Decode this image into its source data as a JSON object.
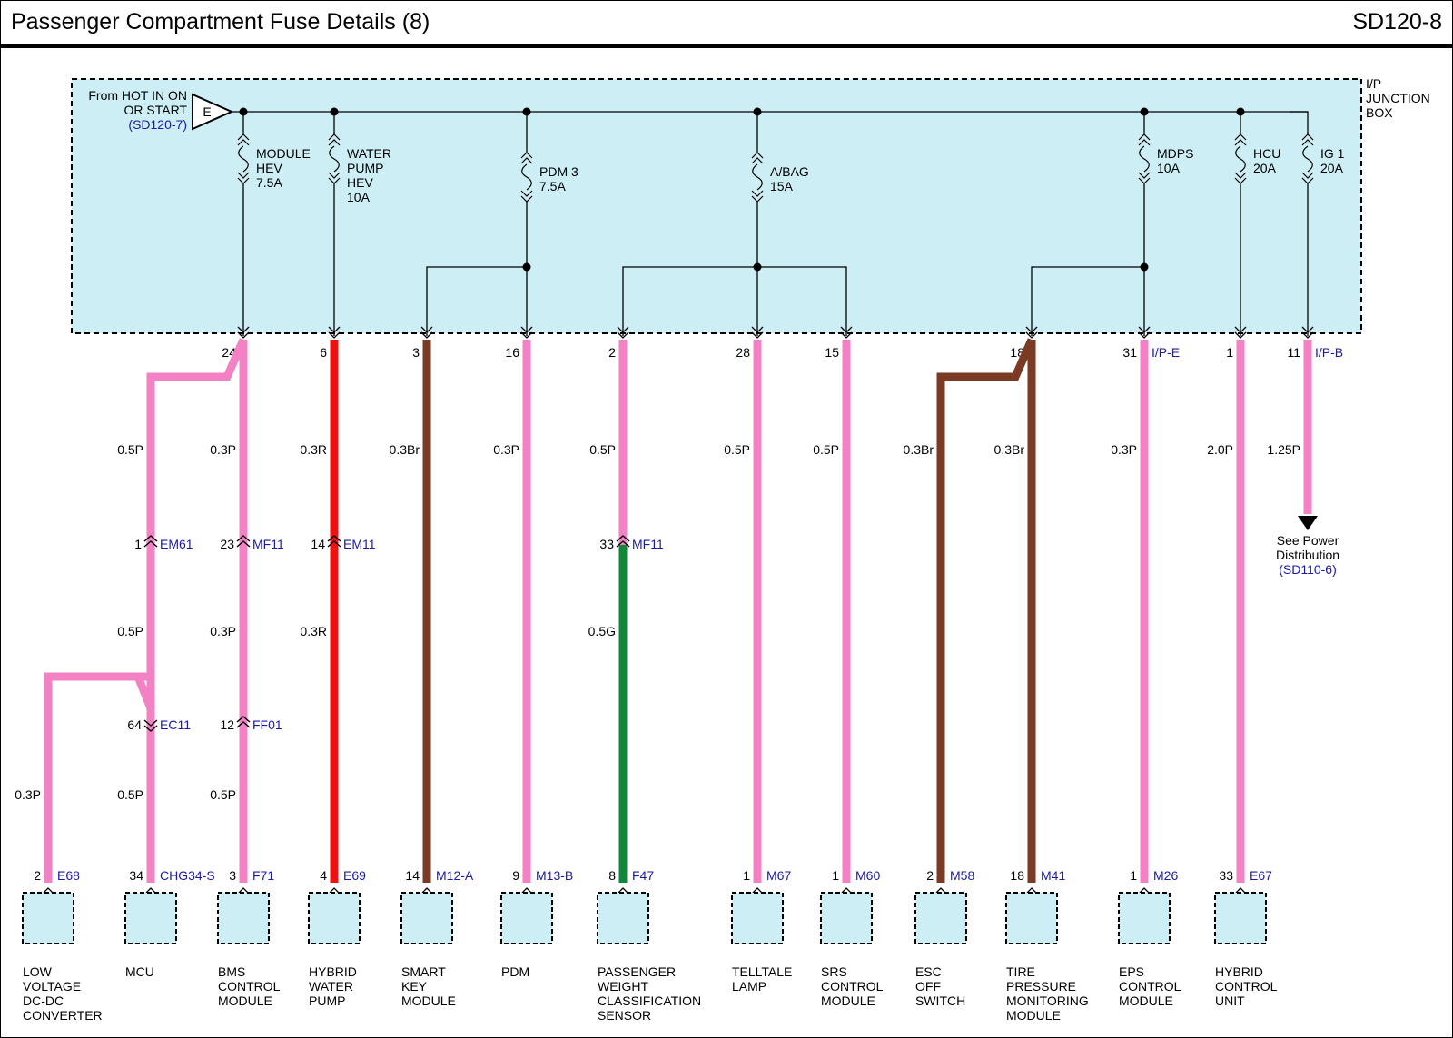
{
  "header": {
    "title": "Passenger Compartment Fuse Details (8)",
    "code": "SD120-8"
  },
  "colors": {
    "box_fill": "#cdeef5",
    "pink": "#f282c4",
    "red": "#ee1111",
    "brown": "#7a3a24",
    "green": "#12873a",
    "link_blue": "#1a1aa6",
    "module_fill": "#cdeef5"
  },
  "source": {
    "line1": "From HOT IN ON",
    "line2": "OR START",
    "ref": "(SD120-7)",
    "connector": "E"
  },
  "junction_box": [
    "I/P",
    "JUNCTION",
    "BOX"
  ],
  "fuses": [
    {
      "id": "module-hev",
      "lines": [
        "MODULE",
        "HEV",
        "7.5A"
      ]
    },
    {
      "id": "water-pump",
      "lines": [
        "WATER",
        "PUMP",
        "HEV",
        "10A"
      ]
    },
    {
      "id": "pdm3",
      "lines": [
        "PDM 3",
        "7.5A"
      ]
    },
    {
      "id": "abag",
      "lines": [
        "A/BAG",
        "15A"
      ]
    },
    {
      "id": "mdps",
      "lines": [
        "MDPS",
        "10A"
      ]
    },
    {
      "id": "hcu",
      "lines": [
        "HCU",
        "20A"
      ]
    },
    {
      "id": "ig1",
      "lines": [
        "IG 1",
        "20A"
      ]
    }
  ],
  "pins": [
    {
      "pin": "24",
      "conn": ""
    },
    {
      "pin": "6",
      "conn": ""
    },
    {
      "pin": "3",
      "conn": ""
    },
    {
      "pin": "16",
      "conn": ""
    },
    {
      "pin": "2",
      "conn": ""
    },
    {
      "pin": "28",
      "conn": ""
    },
    {
      "pin": "15",
      "conn": ""
    },
    {
      "pin": "18",
      "conn": ""
    },
    {
      "pin": "31",
      "conn": "I/P-E"
    },
    {
      "pin": "1",
      "conn": ""
    },
    {
      "pin": "11",
      "conn": "I/P-B"
    }
  ],
  "wire_labels": {
    "upper": [
      "0.5P",
      "0.3P",
      "0.3R",
      "0.3Br",
      "0.3P",
      "0.5P",
      "0.5P",
      "0.5P",
      "0.3Br",
      "0.3Br",
      "0.3P",
      "2.0P",
      "1.25P"
    ],
    "middle": [
      "0.5P",
      "0.3P",
      "0.3R",
      "0.5G"
    ],
    "lower": [
      "0.3P",
      "0.5P",
      "0.5P"
    ]
  },
  "inline_connectors": [
    {
      "pin": "1",
      "name": "EM61"
    },
    {
      "pin": "23",
      "name": "MF11"
    },
    {
      "pin": "14",
      "name": "EM11"
    },
    {
      "pin": "33",
      "name": "MF11"
    },
    {
      "pin": "64",
      "name": "EC11"
    },
    {
      "pin": "12",
      "name": "FF01"
    }
  ],
  "power_dist": {
    "lines": [
      "See Power",
      "Distribution"
    ],
    "ref": "(SD110-6)"
  },
  "components": [
    {
      "pin": "2",
      "conn": "E68",
      "lines": [
        "LOW",
        "VOLTAGE",
        "DC-DC",
        "CONVERTER"
      ]
    },
    {
      "pin": "34",
      "conn": "CHG34-S",
      "lines": [
        "MCU"
      ]
    },
    {
      "pin": "3",
      "conn": "F71",
      "lines": [
        "BMS",
        "CONTROL",
        "MODULE"
      ]
    },
    {
      "pin": "4",
      "conn": "E69",
      "lines": [
        "HYBRID",
        "WATER",
        "PUMP"
      ]
    },
    {
      "pin": "14",
      "conn": "M12-A",
      "lines": [
        "SMART",
        "KEY",
        "MODULE"
      ]
    },
    {
      "pin": "9",
      "conn": "M13-B",
      "lines": [
        "PDM"
      ]
    },
    {
      "pin": "8",
      "conn": "F47",
      "lines": [
        "PASSENGER",
        "WEIGHT",
        "CLASSIFICATION",
        "SENSOR"
      ]
    },
    {
      "pin": "1",
      "conn": "M67",
      "lines": [
        "TELLTALE",
        "LAMP"
      ]
    },
    {
      "pin": "1",
      "conn": "M60",
      "lines": [
        "SRS",
        "CONTROL",
        "MODULE"
      ]
    },
    {
      "pin": "2",
      "conn": "M58",
      "lines": [
        "ESC",
        "OFF",
        "SWITCH"
      ]
    },
    {
      "pin": "18",
      "conn": "M41",
      "lines": [
        "TIRE",
        "PRESSURE",
        "MONITORING",
        "MODULE"
      ]
    },
    {
      "pin": "1",
      "conn": "M26",
      "lines": [
        "EPS",
        "CONTROL",
        "MODULE"
      ]
    },
    {
      "pin": "33",
      "conn": "E67",
      "lines": [
        "HYBRID",
        "CONTROL",
        "UNIT"
      ]
    }
  ]
}
